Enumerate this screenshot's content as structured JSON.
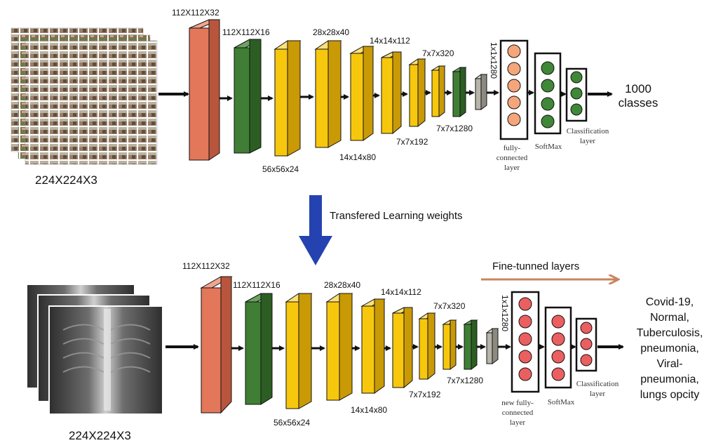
{
  "top": {
    "input_size": "224X224X3",
    "layers": [
      "112X112X32",
      "112X112X16",
      "56x56x24",
      "28x28x40",
      "14x14x80",
      "14x14x112",
      "7x7x192",
      "7x7x320",
      "7x7x1280"
    ],
    "fc_size": "1x1x1280",
    "fc_label": [
      "fully-",
      "connected",
      "layer"
    ],
    "softmax_label": "SoftMax",
    "classification_label": [
      "Classification",
      "layer"
    ],
    "output": [
      "1000",
      "classes"
    ]
  },
  "transfer_label": "Transfered Learning weights",
  "bottom": {
    "input_size": "224X224X3",
    "layers": [
      "112X112X32",
      "112X112X16",
      "56x56x24",
      "28x28x40",
      "14x14x80",
      "14x14x112",
      "7x7x192",
      "7x7x320",
      "7x7x1280"
    ],
    "fc_size": "1x1x1280",
    "fc_label": [
      "new fully-",
      "connected",
      "layer"
    ],
    "softmax_label": "SoftMax",
    "classification_label": [
      "Classification",
      "layer"
    ],
    "fine_tuned_label": "Fine-tunned layers",
    "output": [
      "Covid-19,",
      "Normal,",
      "Tuberculosis,",
      "pneumonia,",
      "Viral-",
      "pneumonia,",
      "lungs opcity"
    ]
  },
  "colors": {
    "layer_orange": "#E2775A",
    "layer_green": "#3F7E34",
    "layer_yellow": "#F7C70D",
    "fc_gray": "#B7B4AA",
    "node_orange": "#F4A57A",
    "node_red": "#EB5F60",
    "node_green": "#3E8838",
    "arrow_blue": "#2443B1",
    "fine_tune_arrow": "#C8845F"
  }
}
